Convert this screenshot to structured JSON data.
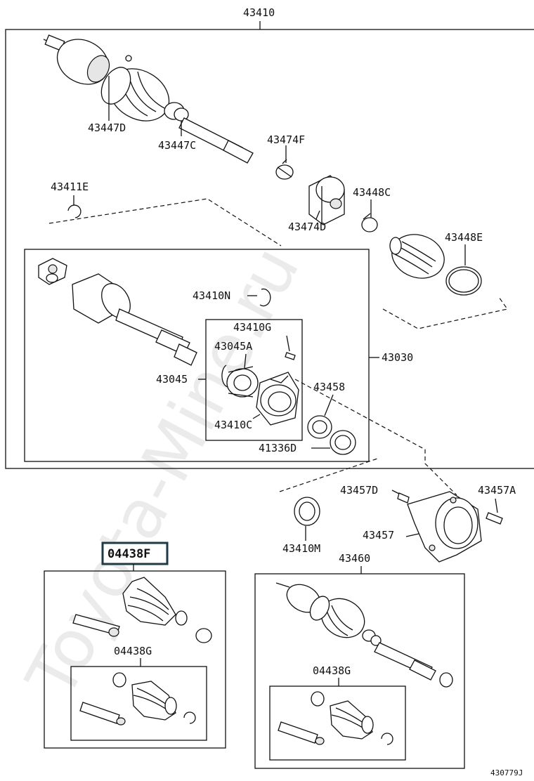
{
  "watermark": "Toyota-Mine.ru",
  "drawing_id": "430779J",
  "highlighted_part": "04438F",
  "part_labels": {
    "p43410": "43410",
    "p43447D": "43447D",
    "p43447C": "43447C",
    "p43474F": "43474F",
    "p43474D": "43474D",
    "p43448C": "43448C",
    "p43448E": "43448E",
    "p43411E": "43411E",
    "p43410N": "43410N",
    "p43410G": "43410G",
    "p43045A": "43045A",
    "p43045": "43045",
    "p43030": "43030",
    "p43458": "43458",
    "p43410C": "43410C",
    "p41336D": "41336D",
    "p43457D": "43457D",
    "p43457A": "43457A",
    "p43457": "43457",
    "p43410M": "43410M",
    "p43460": "43460",
    "p04438F": "04438F",
    "p04438G_left": "04438G",
    "p04438G_right": "04438G"
  },
  "colors": {
    "line": "#111111",
    "highlight_border": "#1f3a45",
    "watermark": "#dcdcdc"
  }
}
